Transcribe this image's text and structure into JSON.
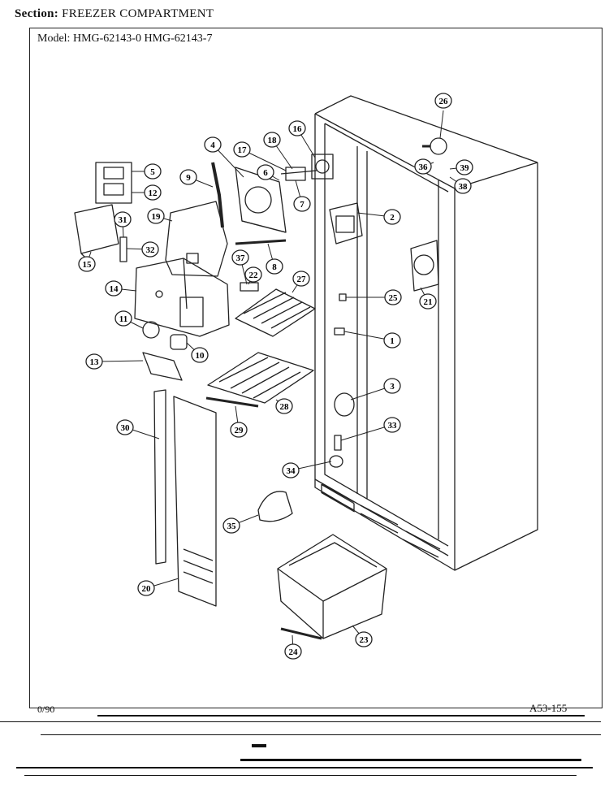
{
  "header": {
    "section_label": "Section:",
    "section_value": "FREEZER COMPARTMENT"
  },
  "model": {
    "label": "Model:",
    "numbers": "HMG-62143-0  HMG-62143-7"
  },
  "footer": {
    "left_code": "0/90",
    "right_code": "A53-155"
  },
  "callouts": [
    "1",
    "2",
    "3",
    "4",
    "5",
    "6",
    "7",
    "8",
    "9",
    "10",
    "11",
    "12",
    "13",
    "14",
    "15",
    "16",
    "17",
    "18",
    "19",
    "20",
    "21",
    "22",
    "23",
    "24",
    "25",
    "26",
    "27",
    "28",
    "29",
    "30",
    "31",
    "32",
    "33",
    "34",
    "35",
    "36",
    "37",
    "38",
    "39"
  ]
}
